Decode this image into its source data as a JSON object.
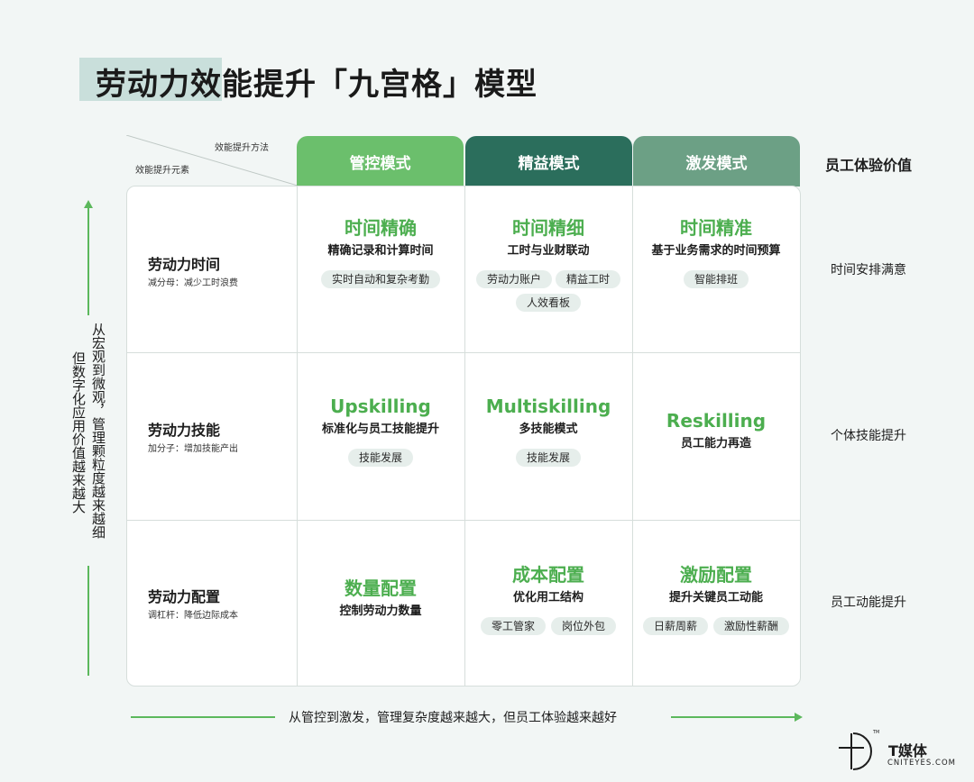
{
  "title": "劳动力效能提升「九宫格」模型",
  "corner": {
    "top_label": "效能提升方法",
    "bottom_label": "效能提升元素"
  },
  "columns": [
    {
      "label": "管控模式",
      "color": "#6bbf6c"
    },
    {
      "label": "精益模式",
      "color": "#2b6e5c"
    },
    {
      "label": "激发模式",
      "color": "#6ca085"
    }
  ],
  "value_column_label": "员工体验价值",
  "rows": [
    {
      "title": "劳动力时间",
      "subtitle": "减分母：减少工时浪费",
      "value": "时间安排满意",
      "cells": [
        {
          "heading": "时间精确",
          "subtitle": "精确记录和计算时间",
          "tags": [
            "实时自动和复杂考勤"
          ]
        },
        {
          "heading": "时间精细",
          "subtitle": "工时与业财联动",
          "tags": [
            "劳动力账户",
            "精益工时",
            "人效看板"
          ]
        },
        {
          "heading": "时间精准",
          "subtitle": "基于业务需求的时间预算",
          "tags": [
            "智能排班"
          ]
        }
      ]
    },
    {
      "title": "劳动力技能",
      "subtitle": "加分子：增加技能产出",
      "value": "个体技能提升",
      "cells": [
        {
          "heading": "Upskilling",
          "subtitle": "标准化与员工技能提升",
          "tags": [
            "技能发展"
          ]
        },
        {
          "heading": "Multiskilling",
          "subtitle": "多技能模式",
          "tags": [
            "技能发展"
          ]
        },
        {
          "heading": "Reskilling",
          "subtitle": "员工能力再造",
          "tags": []
        }
      ]
    },
    {
      "title": "劳动力配置",
      "subtitle": "调杠杆：降低边际成本",
      "value": "员工动能提升",
      "cells": [
        {
          "heading": "数量配置",
          "subtitle": "控制劳动力数量",
          "tags": []
        },
        {
          "heading": "成本配置",
          "subtitle": "优化用工结构",
          "tags": [
            "零工管家",
            "岗位外包"
          ]
        },
        {
          "heading": "激励配置",
          "subtitle": "提升关键员工动能",
          "tags": [
            "日薪周薪",
            "激励性薪酬"
          ]
        }
      ]
    }
  ],
  "left_axis": {
    "line1": "从宏观到微观，管理颗粒度越来越细",
    "line2": "但数字化应用价值越来越大"
  },
  "bottom_axis": {
    "label": "从管控到激发，管理复杂度越来越大，但员工体验越来越好"
  },
  "logo": {
    "name": "T媒体",
    "sub": "CNITEYES.COM"
  }
}
